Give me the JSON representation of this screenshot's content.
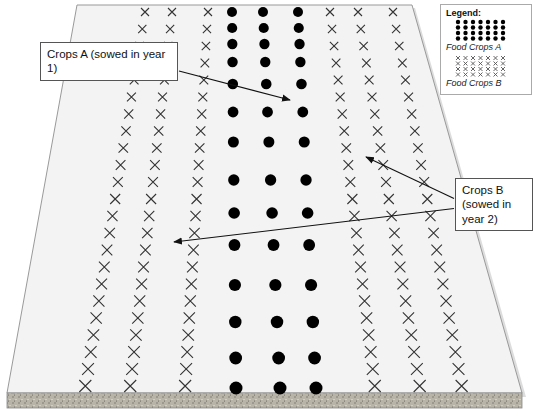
{
  "diagram": {
    "nodes": [
      {
        "text": [
          "Crops A (sowed in year 1)"
        ]
      },
      {
        "text": [
          "Crops B (sowed in year 2)"
        ]
      }
    ],
    "labels": [
      "Legend:"
    ],
    "legend": [
      {
        "text": "Food Crops A"
      },
      {
        "text": "Food Crops B"
      }
    ]
  }
}
